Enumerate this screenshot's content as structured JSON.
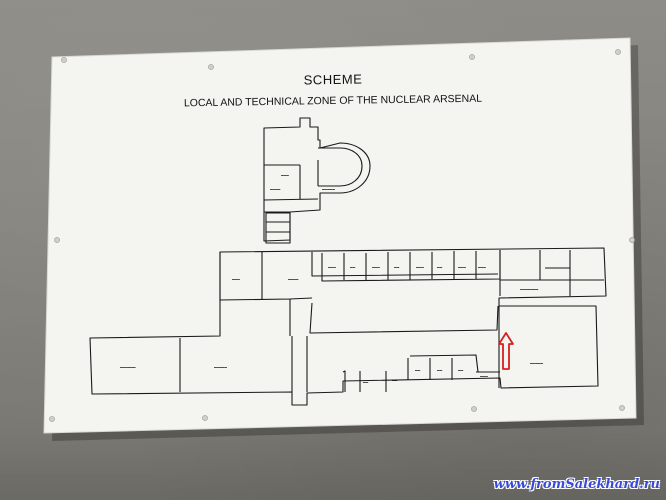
{
  "sign": {
    "title": "SCHEME",
    "subtitle": "LOCAL AND TECHNICAL ZONE OF THE NUCLEAR ARSENAL"
  },
  "watermark": "www.fromSalekhard.ru",
  "colors": {
    "board": "#f4f4f1",
    "line": "#1a1a1a",
    "arrow": "#d62020",
    "watermark": "#3a4ad8"
  },
  "icons": [
    "screw-icon",
    "you-are-here-arrow-icon"
  ]
}
